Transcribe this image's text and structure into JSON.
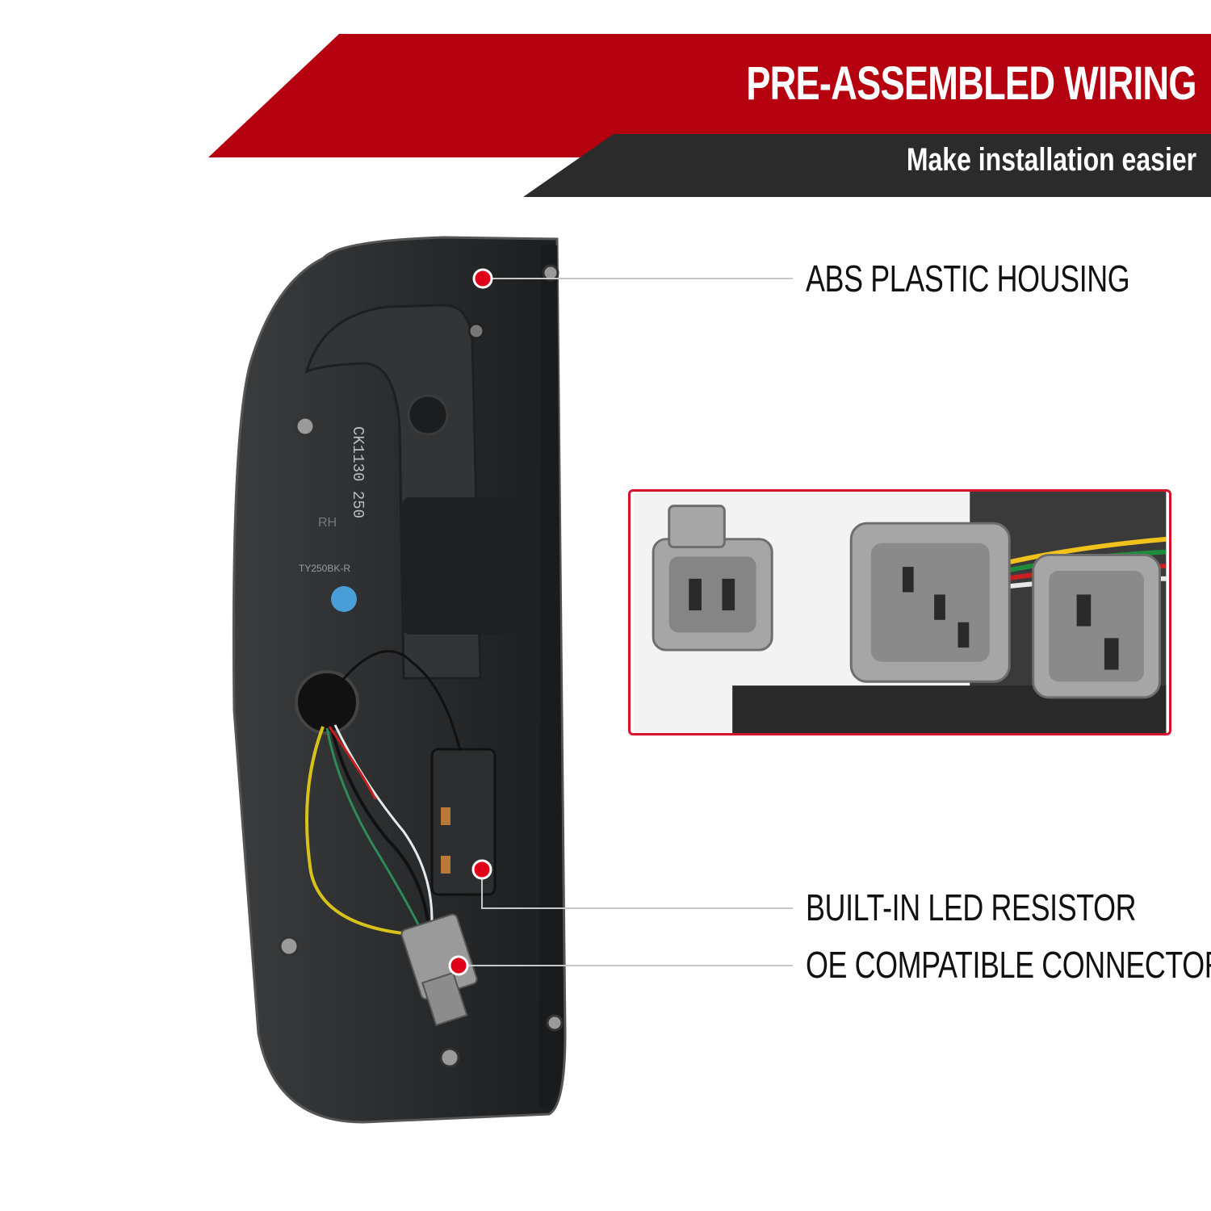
{
  "banner": {
    "heading": "PRE-ASSEMBLED WIRING",
    "subheading": "Make installation easier",
    "primary_color": "#b5000f",
    "secondary_color": "#2b2b2b"
  },
  "callouts": [
    {
      "label": "ABS PLASTIC HOUSING"
    },
    {
      "label": "BUILT-IN LED RESISTOR"
    },
    {
      "label": "OE COMPATIBLE CONNECTORS"
    }
  ],
  "product": {
    "housing_color": "#2a2c2e",
    "markings": [
      "CK1130 250",
      "RH",
      "TY250BK-R"
    ]
  },
  "inset": {
    "border_color": "#d3142a",
    "connector_count": 3
  },
  "marker_color": "#e0001a"
}
